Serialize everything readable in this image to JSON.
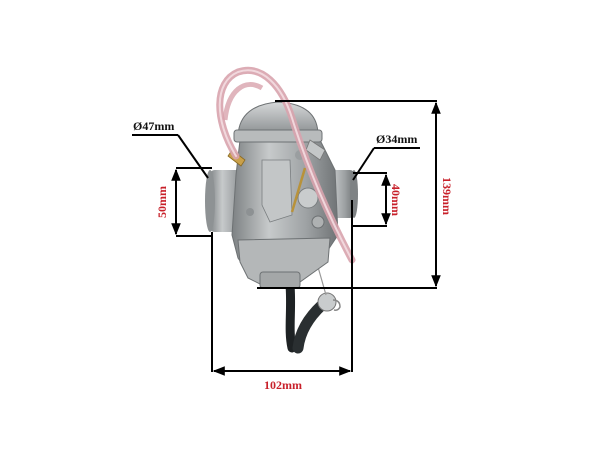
{
  "diagram": {
    "subject": "carburetor",
    "colors": {
      "dimension_text": "#c8202a",
      "diameter_text": "#111111",
      "lines": "#000000",
      "body_metal": "#a9acad",
      "fuel_hose": "#d8a3ad",
      "brass_fitting": "#c9a04a",
      "black_hose": "#1e2224"
    },
    "labels": {
      "inlet_diameter": "Ø47mm",
      "outlet_diameter": "Ø34mm",
      "inlet_height": "50mm",
      "outlet_height": "40mm",
      "total_height": "139mm",
      "total_width": "102mm"
    }
  }
}
